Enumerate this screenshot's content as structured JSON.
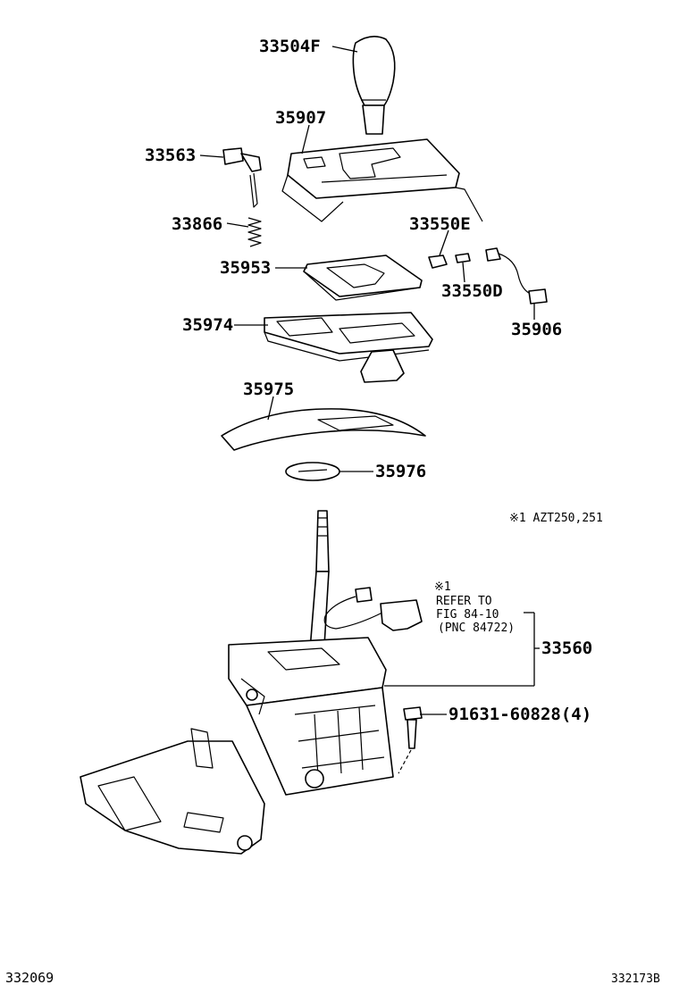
{
  "labels": {
    "p33504f": "33504F",
    "p35907": "35907",
    "p33563": "33563",
    "p33866": "33866",
    "p33550e": "33550E",
    "p35953": "35953",
    "p33550d": "33550D",
    "p35974": "35974",
    "p35906": "35906",
    "p35975": "35975",
    "p35976": "35976",
    "p33560": "33560",
    "p91631": "91631-60828(4)"
  },
  "notes": {
    "footnote": "※1 AZT250,251",
    "ref_mark": "※1",
    "ref_line1": "REFER TO",
    "ref_line2": "FIG 84-10",
    "ref_line3": "(PNC 84722)"
  },
  "footer": {
    "left_code": "332069",
    "right_code": "332173B"
  }
}
